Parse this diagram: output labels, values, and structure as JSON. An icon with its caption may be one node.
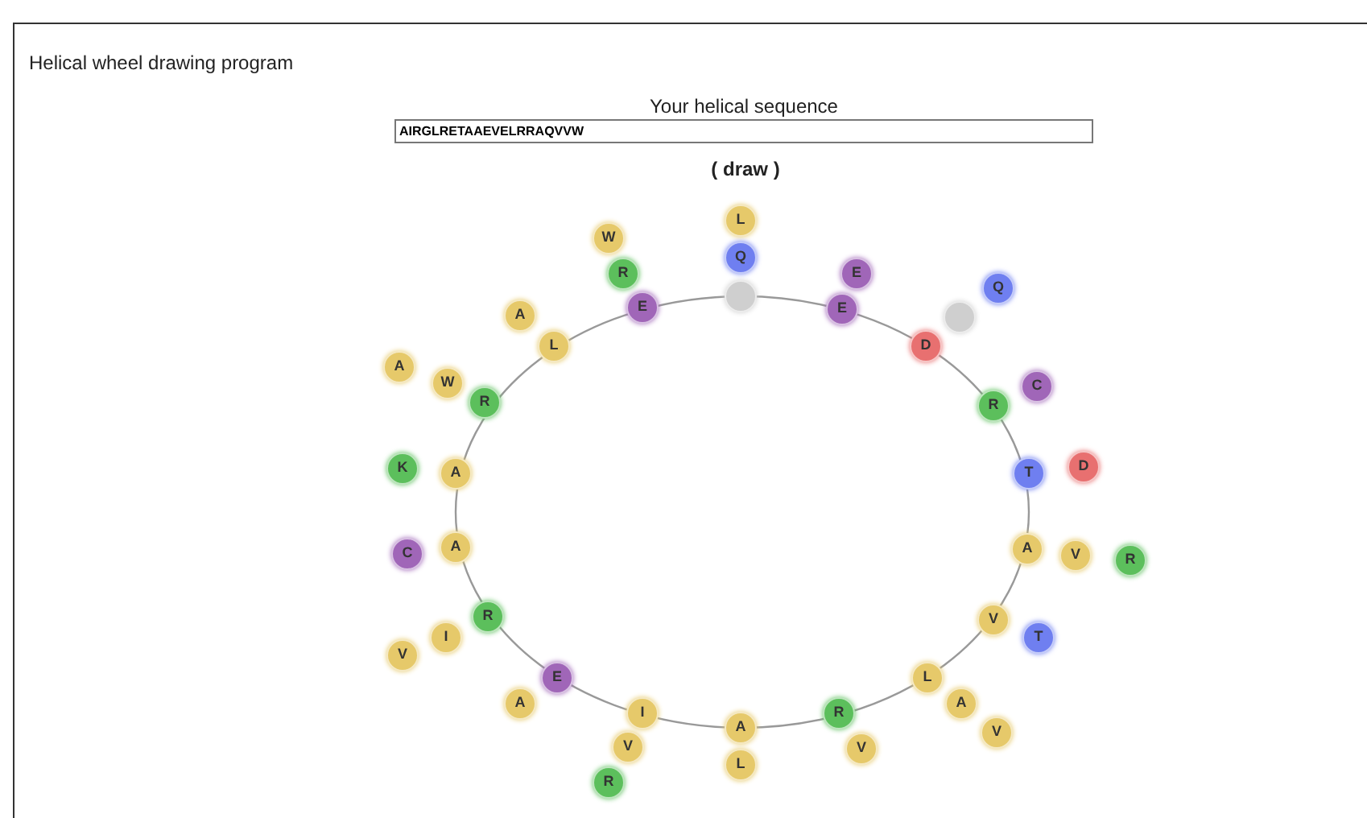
{
  "diagram": {
    "title": "Helical wheel drawing program",
    "nodes": [
      {
        "text": [],
        "shape": "circle"
      },
      {
        "text": [
          "E"
        ]
      },
      {
        "text": [
          "D"
        ]
      },
      {
        "text": [
          "R"
        ]
      },
      {
        "text": [
          "T"
        ]
      },
      {
        "text": [
          "A"
        ]
      },
      {
        "text": [
          "V"
        ]
      },
      {
        "text": [
          "L"
        ]
      },
      {
        "text": [
          "R"
        ]
      },
      {
        "text": [
          "A"
        ]
      },
      {
        "text": [
          "I"
        ]
      },
      {
        "text": [
          "E"
        ]
      },
      {
        "text": [
          "R"
        ]
      },
      {
        "text": [
          "A"
        ]
      },
      {
        "text": [
          "A"
        ]
      },
      {
        "text": [
          "R"
        ]
      },
      {
        "text": [
          "L"
        ]
      },
      {
        "text": [
          "E"
        ]
      },
      {
        "text": [
          "L"
        ]
      },
      {
        "text": [
          "Q"
        ]
      },
      {
        "text": [
          "E"
        ]
      },
      {
        "text": [
          "Q"
        ]
      },
      {
        "text": [],
        "shape": "circle"
      },
      {
        "text": [
          "C"
        ]
      },
      {
        "text": [
          "D"
        ]
      },
      {
        "text": [
          "V"
        ]
      },
      {
        "text": [
          "R"
        ]
      },
      {
        "text": [
          "T"
        ]
      },
      {
        "text": [
          "A"
        ]
      },
      {
        "text": [
          "V"
        ]
      },
      {
        "text": [
          "V"
        ]
      },
      {
        "text": [
          "L"
        ]
      },
      {
        "text": [
          "V"
        ]
      },
      {
        "text": [
          "R"
        ]
      },
      {
        "text": [
          "A"
        ]
      },
      {
        "text": [
          "I"
        ]
      },
      {
        "text": [
          "V"
        ]
      },
      {
        "text": [
          "C"
        ]
      },
      {
        "text": [
          "K"
        ]
      },
      {
        "text": [
          "W"
        ]
      },
      {
        "text": [
          "A"
        ]
      },
      {
        "text": [
          "A"
        ]
      },
      {
        "text": [
          "R"
        ]
      },
      {
        "text": [
          "W"
        ]
      }
    ],
    "labels": [
      "Your helical sequence",
      "AIRGLRETAAEVELRRAQVVW",
      "( draw )"
    ]
  }
}
